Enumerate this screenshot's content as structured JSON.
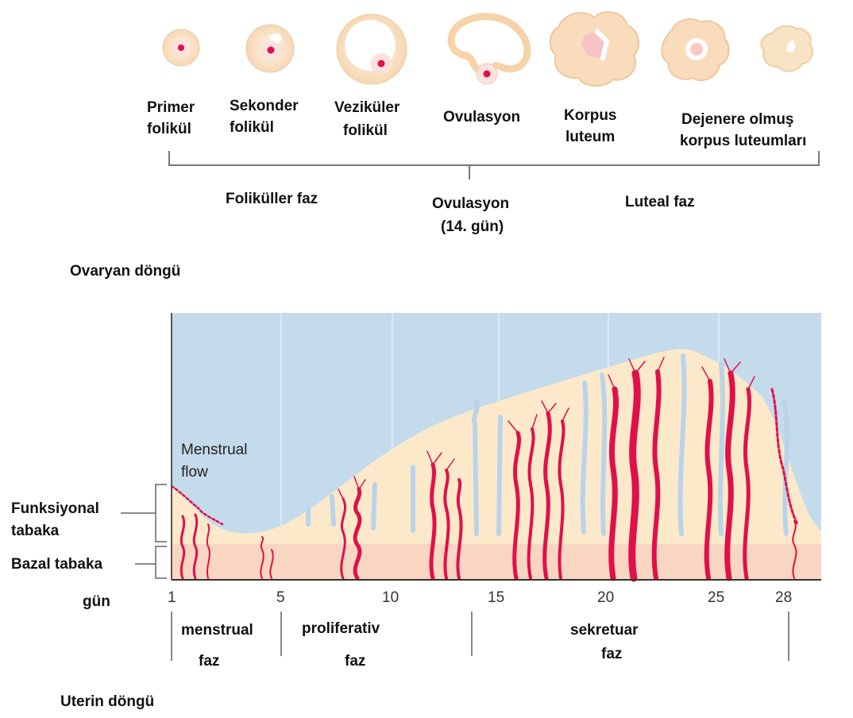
{
  "ovarian": {
    "stages": [
      {
        "line1": "Primer",
        "line2": "folikül"
      },
      {
        "line1": "Sekonder",
        "line2": "folikül"
      },
      {
        "line1": "Veziküler",
        "line2": "folikül"
      },
      {
        "line1": "Ovulasyon",
        "line2": ""
      },
      {
        "line1": "Korpus",
        "line2": "luteum"
      },
      {
        "line1": "Dejenere olmuş",
        "line2": "korpus luteumları"
      }
    ],
    "follicular_phase": "Foliküller faz",
    "ovulation_line1": "Ovulasyon",
    "ovulation_line2": "(14. gün)",
    "luteal_phase": "Luteal faz",
    "cycle_title": "Ovaryan döngü"
  },
  "uterine": {
    "menstrual_flow_line1": "Menstrual",
    "menstrual_flow_line2": "flow",
    "functional_layer_line1": "Funksiyonal",
    "functional_layer_line2": "tabaka",
    "basal_layer": "Bazal tabaka",
    "day_label": "gün",
    "day_ticks": [
      "1",
      "5",
      "10",
      "15",
      "20",
      "25",
      "28"
    ],
    "phases": [
      {
        "line1": "menstrual",
        "line2": "faz"
      },
      {
        "line1": "proliferativ",
        "line2": "faz"
      },
      {
        "line1": "sekretuar",
        "line2": "faz"
      }
    ],
    "cycle_title": "Uterin döngü"
  },
  "colors": {
    "blood_red": "#e0104a",
    "follicle_cream": "#fbe3c4",
    "endometrium_cream": "#fbe9c9",
    "basal_pink": "#f9d6c2",
    "sky_blue": "#c4dbec",
    "gland_blue": "#b9d4ea"
  }
}
